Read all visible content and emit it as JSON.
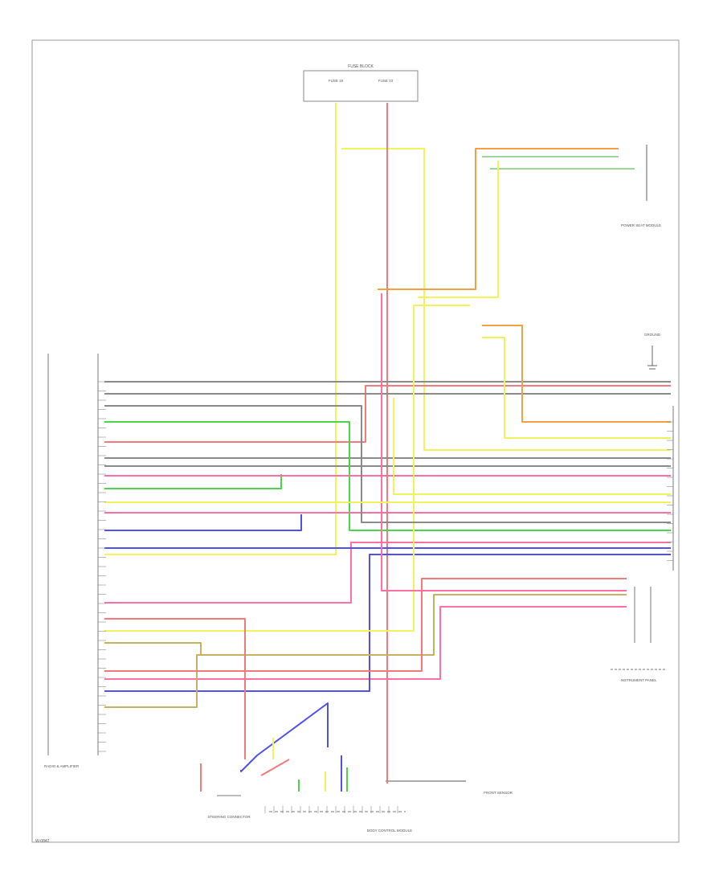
{
  "diagram": {
    "footer_code": "W-0842",
    "labels": {
      "fuse_block": "FUSE BLOCK",
      "fuse_a": "FUSE 18",
      "fuse_b": "FUSE 23",
      "module_left": "RADIO & AMPLIFIER",
      "seat_module": "POWER SEAT MODULE",
      "ground_top": "GROUND",
      "connector_left": "STEERING CONNECTOR",
      "instrument_panel": "INSTRUMENT PANEL",
      "bottom_module": "BODY CONTROL MODULE",
      "front_sensor": "FRONT SENSOR"
    },
    "wire_colors": {
      "yellow": "#f2f25a",
      "red": "#f27a7a",
      "pink": "#ff6fa0",
      "blue": "#5050ee",
      "green": "#4ad64a",
      "orange": "#f5a040",
      "gray": "#8a8a8a",
      "tan": "#c8b060",
      "light_green": "#9ad79a"
    }
  }
}
